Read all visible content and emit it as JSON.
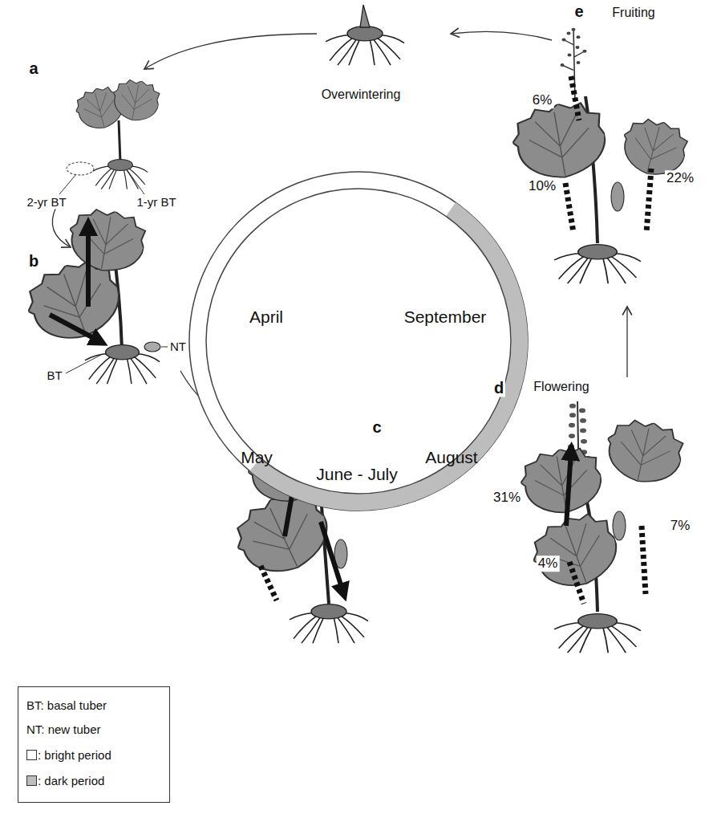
{
  "diagram": {
    "nodes": [
      {
        "text": [
          "April",
          "September",
          "May",
          "August",
          "June - July"
        ]
      }
    ],
    "labels": [
      "Overwintering",
      "a",
      "2-yr BT",
      "1-yr BT",
      "b",
      "NT",
      "BT",
      "c",
      "d",
      "Flowering",
      "31%",
      "7%",
      "4%",
      "e",
      "Fruiting",
      "6%",
      "10%",
      "22%"
    ],
    "legend": [
      {
        "text": "BT: basal tuber"
      },
      {
        "text": "NT: new tuber"
      },
      {
        "text": ": bright period",
        "color": "#ffffff"
      },
      {
        "text": ": dark period",
        "color": "#bdbdbd"
      }
    ]
  }
}
